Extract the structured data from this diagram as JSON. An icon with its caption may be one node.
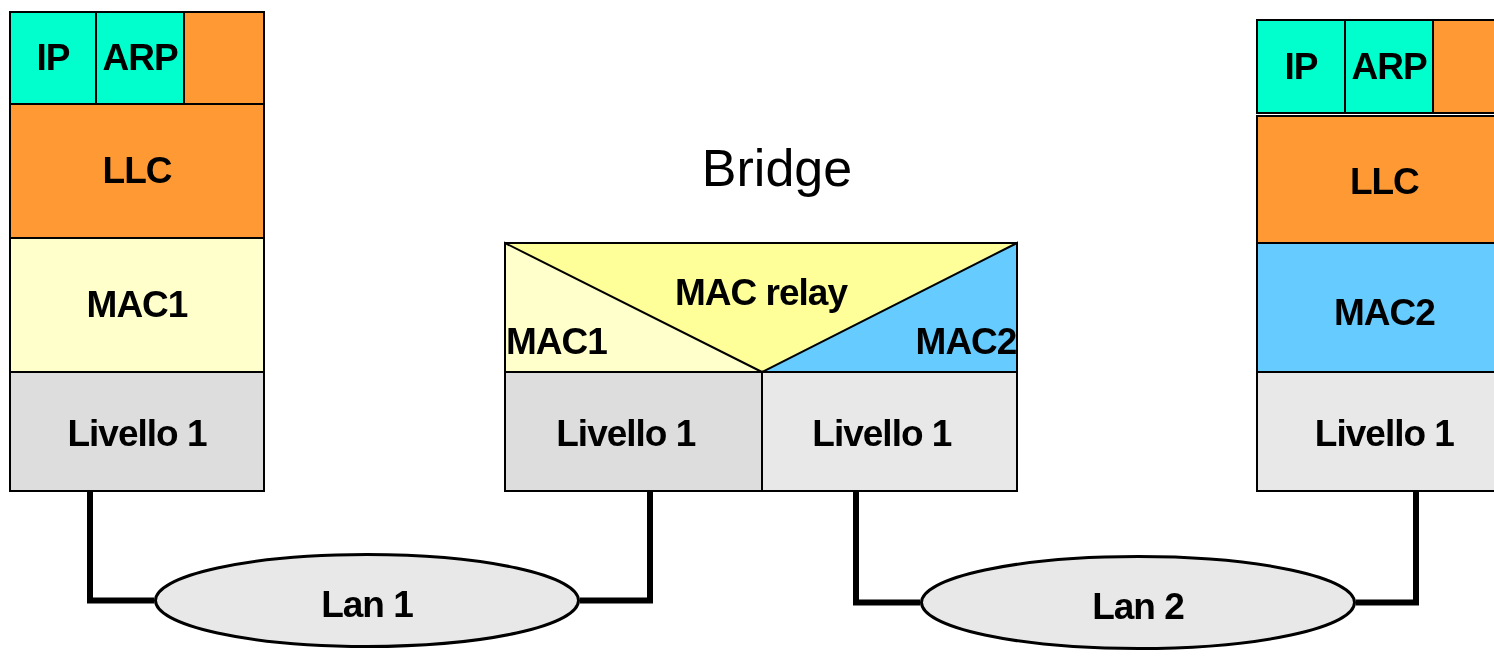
{
  "diagram": {
    "nodes": [
      {
        "text": [
          "IP"
        ]
      },
      {
        "text": [
          "ARP"
        ]
      },
      {
        "text": [],
        "shape": "box"
      },
      {
        "text": [
          "LLC"
        ]
      },
      {
        "text": [
          "MAC1"
        ]
      },
      {
        "text": [
          "Livello 1"
        ]
      },
      {
        "text": [
          "MAC relay"
        ]
      },
      {
        "text": [
          "MAC1"
        ],
        "in": 6
      },
      {
        "text": [
          "MAC2"
        ],
        "in": 6
      },
      {
        "text": [
          "Livello 1"
        ]
      },
      {
        "text": [
          "Livello 1"
        ]
      },
      {
        "text": [
          "IP"
        ]
      },
      {
        "text": [
          "ARP"
        ]
      },
      {
        "text": [],
        "shape": "box"
      },
      {
        "text": [
          "LLC"
        ]
      },
      {
        "text": [
          "MAC2"
        ]
      },
      {
        "text": [
          "Livello 1"
        ]
      },
      {
        "text": [
          "Lan 1"
        ]
      },
      {
        "text": [
          "Lan 2"
        ]
      }
    ],
    "edges": [
      {
        "from": 5,
        "to": 17,
        "arrow": "none"
      },
      {
        "from": 17,
        "to": 9,
        "arrow": "none"
      },
      {
        "from": 10,
        "to": 18,
        "arrow": "none"
      },
      {
        "from": 18,
        "to": 16,
        "arrow": "none"
      }
    ],
    "labels": [
      "Bridge"
    ]
  }
}
